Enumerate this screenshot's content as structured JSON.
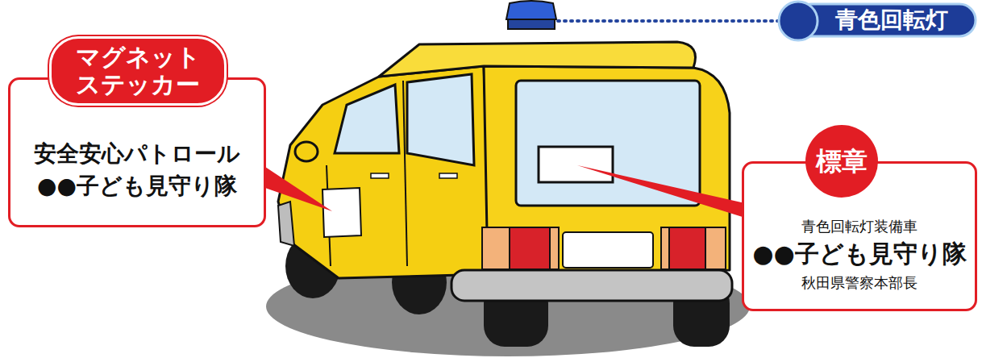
{
  "diagram": {
    "nodes": [
      {
        "text": [
          "青色回転灯"
        ]
      },
      {
        "text": [
          "マグネット ステッカー",
          "安全安心パトロール ●●子ども見守り隊"
        ]
      },
      {
        "text": [
          "標章",
          "青色回転灯装備車",
          "●●子ども見守り隊",
          "秋田県警察本部長"
        ]
      }
    ]
  }
}
